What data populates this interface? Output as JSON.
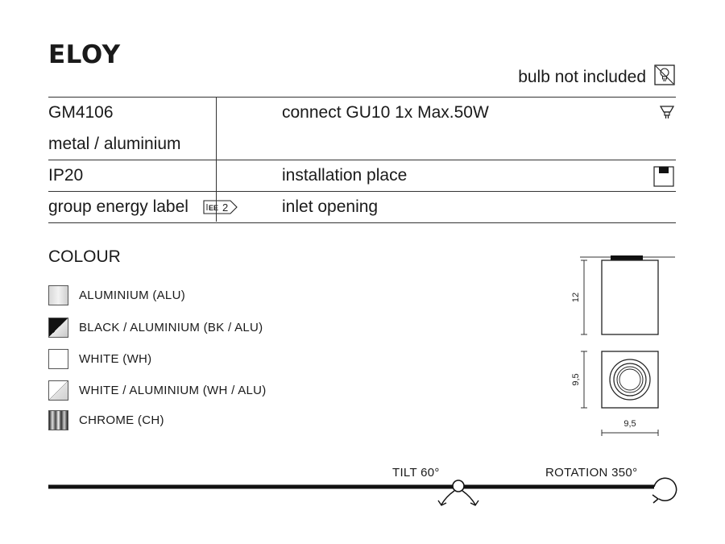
{
  "title": "ELOY",
  "bulb_note": "bulb not included",
  "spec": {
    "code": "GM4106",
    "material": "metal / aluminium",
    "ip": "IP20",
    "energy_label": "group energy label",
    "energy_badge": "EE",
    "energy_class": "2",
    "connect": "connect GU10 1x Max.50W",
    "installation": "installation place",
    "inlet": "inlet opening"
  },
  "colour": {
    "title": "COLOUR",
    "items": [
      {
        "label": "ALUMINIUM (ALU)",
        "swatch": "aluminium"
      },
      {
        "label": "BLACK / ALUMINIUM (BK / ALU)",
        "swatch": "black-aluminium"
      },
      {
        "label": "WHITE (WH)",
        "swatch": "white"
      },
      {
        "label": "WHITE / ALUMINIUM (WH / ALU)",
        "swatch": "white-aluminium"
      },
      {
        "label": "CHROME (CH)",
        "swatch": "chrome"
      }
    ]
  },
  "dimensions": {
    "height": "12",
    "depth": "9,5",
    "width": "9,5"
  },
  "motion": {
    "tilt": "TILT 60°",
    "rotation": "ROTATION 350°"
  },
  "icons": [
    "no-bulb-icon",
    "gu10-icon",
    "ceiling-mount-icon",
    "tilt-icon",
    "rotation-icon"
  ],
  "colors": {
    "text": "#1a1a1a",
    "line": "#333333",
    "bar": "#111111"
  }
}
